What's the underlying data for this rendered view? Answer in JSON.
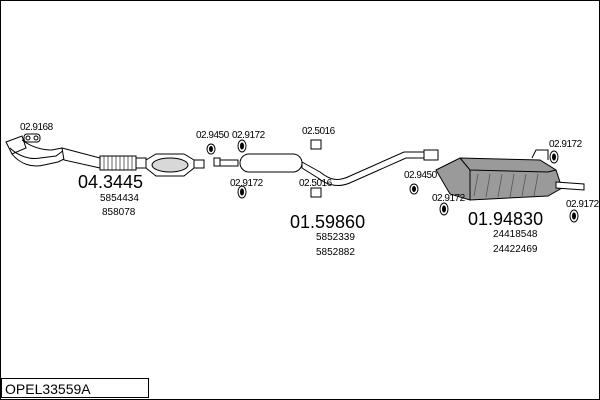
{
  "diagram": {
    "groups": [
      {
        "main": "04.3445",
        "refs": [
          "5854434",
          "858078"
        ]
      },
      {
        "main": "01.59860",
        "refs": [
          "5852339",
          "5852882"
        ]
      },
      {
        "main": "01.94830",
        "refs": [
          "24418548",
          "24422469"
        ]
      }
    ],
    "parts": {
      "clamp_left": "02.9168",
      "ring_a": "02.9450",
      "ring_b_top": "02.9172",
      "ring_b_bottom": "02.9172",
      "hanger_top": "02.5016",
      "hanger_bottom": "02.5016",
      "ring_rear_left": "02.9450",
      "ring_rear_mid": "02.9172",
      "ring_rear_top": "02.9172",
      "ring_rear_right": "02.9172"
    }
  },
  "footer": {
    "code": "OPEL33559A"
  }
}
